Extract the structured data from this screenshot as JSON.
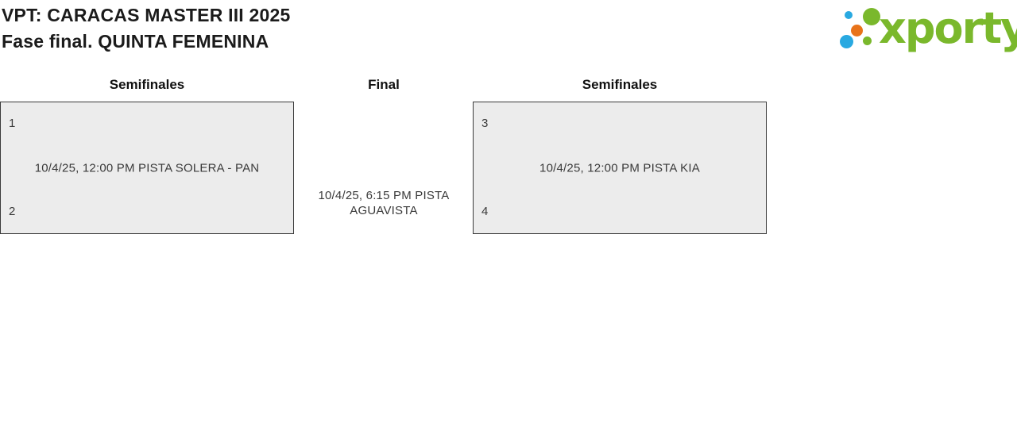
{
  "header": {
    "title": "VPT: CARACAS MASTER III 2025",
    "subtitle": "Fase final. QUINTA FEMENINA"
  },
  "logo": {
    "wordmark": "xporty",
    "colors": {
      "green": "#7ab82c",
      "blue": "#29a9e1",
      "orange": "#e8731a"
    }
  },
  "bracket": {
    "round_labels": [
      "Semifinales",
      "Final",
      "Semifinales"
    ],
    "semifinal_left": {
      "seed_top": "1",
      "seed_bottom": "2",
      "schedule": "10/4/25, 12:00 PM PISTA SOLERA - PAN"
    },
    "final": {
      "schedule": "10/4/25, 6:15 PM PISTA AGUAVISTA"
    },
    "semifinal_right": {
      "seed_top": "3",
      "seed_bottom": "4",
      "schedule": "10/4/25, 12:00 PM PISTA KIA"
    }
  }
}
